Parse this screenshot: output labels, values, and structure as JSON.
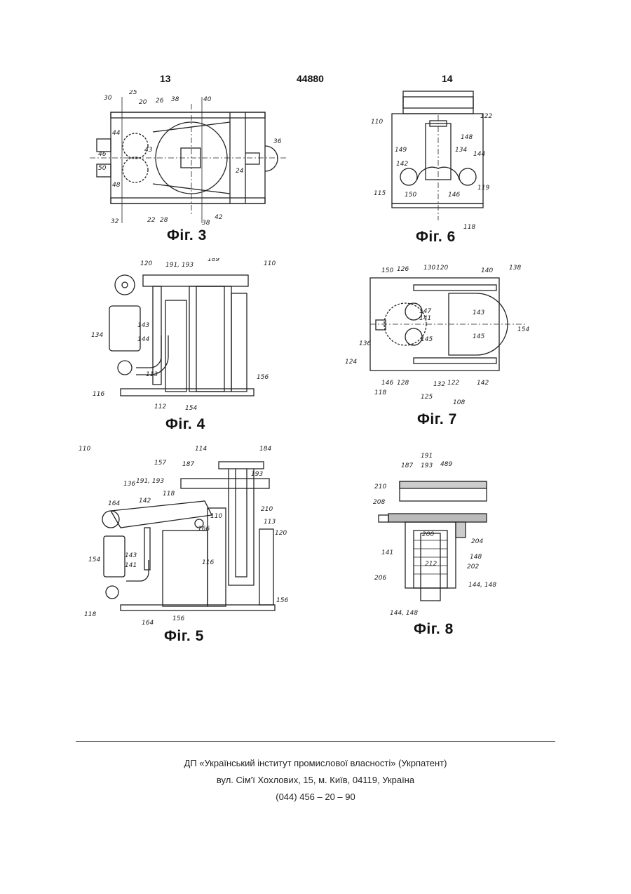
{
  "header": {
    "page_left": "13",
    "patent_number": "44880",
    "page_right": "14"
  },
  "figures": {
    "fig3": {
      "label": "Фіг. 3",
      "refs": [
        "30",
        "25",
        "20",
        "26",
        "38",
        "40",
        "44",
        "46",
        "43",
        "50",
        "48",
        "24",
        "36",
        "32",
        "22",
        "28",
        "38",
        "42"
      ]
    },
    "fig6": {
      "label": "Фіг. 6",
      "refs": [
        "110",
        "122",
        "148",
        "149",
        "134",
        "144",
        "142",
        "115",
        "150",
        "146",
        "119",
        "118"
      ]
    },
    "fig4": {
      "label": "Фіг. 4",
      "refs": [
        "120",
        "191, 193",
        "189",
        "110",
        "134",
        "143",
        "144",
        "113",
        "112",
        "154",
        "156",
        "116"
      ]
    },
    "fig7": {
      "label": "Фіг. 7",
      "refs": [
        "150",
        "126",
        "130",
        "120",
        "140",
        "138",
        "147",
        "141",
        "143",
        "145",
        "145",
        "154",
        "136",
        "124",
        "146",
        "128",
        "132",
        "122",
        "142",
        "118",
        "125",
        "108"
      ]
    },
    "fig5": {
      "label": "Фіг. 5",
      "refs": [
        "110",
        "114",
        "184",
        "187",
        "157",
        "193",
        "191, 193",
        "118",
        "136",
        "142",
        "164",
        "166",
        "110",
        "210",
        "113",
        "120",
        "154",
        "143",
        "141",
        "116",
        "118",
        "164",
        "156"
      ]
    },
    "fig8": {
      "label": "Фіг. 8",
      "refs": [
        "191",
        "187",
        "193",
        "489",
        "210",
        "208",
        "200",
        "204",
        "141",
        "148",
        "212",
        "202",
        "206",
        "144, 148"
      ]
    }
  },
  "footer": {
    "line1": "ДП «Український інститут промислової власності» (Укрпатент)",
    "line2": "вул. Сім'ї Хохлових, 15, м. Київ, 04119, Україна",
    "line3": "(044) 456 – 20 – 90"
  }
}
